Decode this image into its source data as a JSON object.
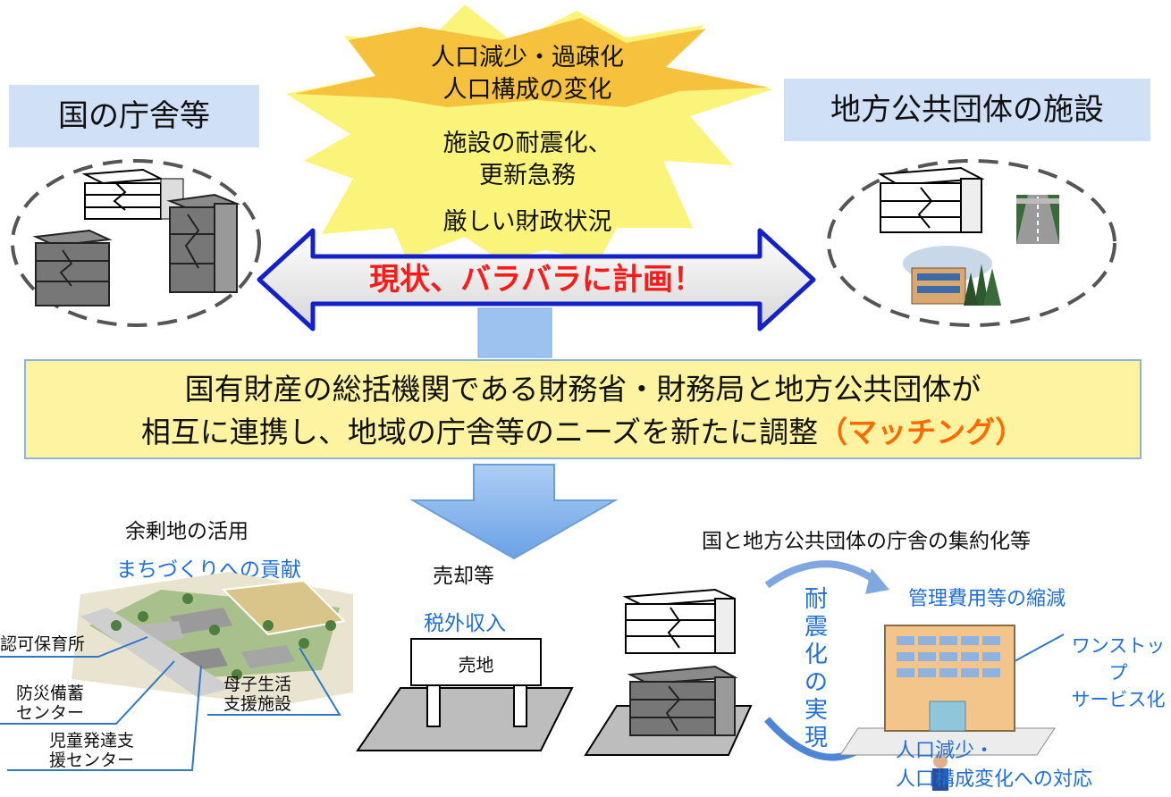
{
  "left_label": "国の庁舎等",
  "right_label": "地方公共団体の施設",
  "burst": {
    "line1": "人口減少・過疎化",
    "line2": "人口構成の変化",
    "line3": "施設の耐震化、",
    "line4": "更新急務",
    "line5": "厳しい財政状況"
  },
  "arrow_text": "現状、バラバラに計画！",
  "matching": {
    "line1": "国有財産の総括機関である財務省・財務局と地方公共団体が",
    "line2": "相互に連携し、地域の庁舎等のニーズを新たに調整",
    "highlight": "（マッチング）"
  },
  "surplus": {
    "title": "余剰地の活用",
    "subtitle": "まちづくりへの貢献",
    "callouts": {
      "nursery": "認可保育所",
      "disaster_line1": "防災備蓄",
      "disaster_line2": "センター",
      "child_line1": "児童発達支",
      "child_line2": "援センター",
      "mother_line1": "母子生活",
      "mother_line2": "支援施設"
    }
  },
  "sale": {
    "title": "売却等",
    "subtitle": "税外収入",
    "sign": "売地"
  },
  "consolidation": {
    "title": "国と地方公共団体の庁舎の集約化等",
    "vertical": [
      "耐",
      "震",
      "化",
      "の",
      "実",
      "現"
    ],
    "cost": "管理費用等の縮減",
    "onestop_line1": "ワンストップ",
    "onestop_line2": "サービス化",
    "pop_line1": "人口減少・",
    "pop_line2": "人口構成変化への対応"
  }
}
